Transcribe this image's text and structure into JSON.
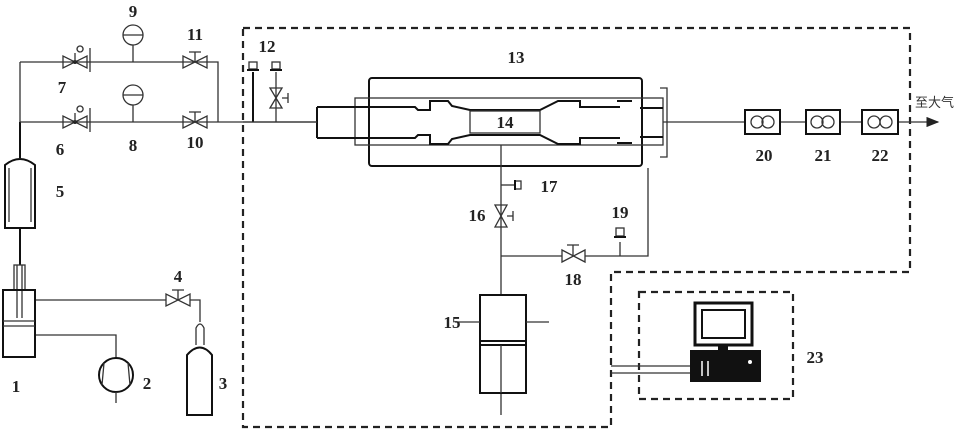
{
  "labels": {
    "l1": "1",
    "l2": "2",
    "l3": "3",
    "l4": "4",
    "l5": "5",
    "l6": "6",
    "l7": "7",
    "l8": "8",
    "l9": "9",
    "l10": "10",
    "l11": "11",
    "l12": "12",
    "l13": "13",
    "l14": "14",
    "l15": "15",
    "l16": "16",
    "l17": "17",
    "l18": "18",
    "l19": "19",
    "l20": "20",
    "l21": "21",
    "l22": "22",
    "l23": "23"
  },
  "outlet_text": "至大气",
  "colors": {
    "line": "#333333",
    "background": "#ffffff"
  }
}
